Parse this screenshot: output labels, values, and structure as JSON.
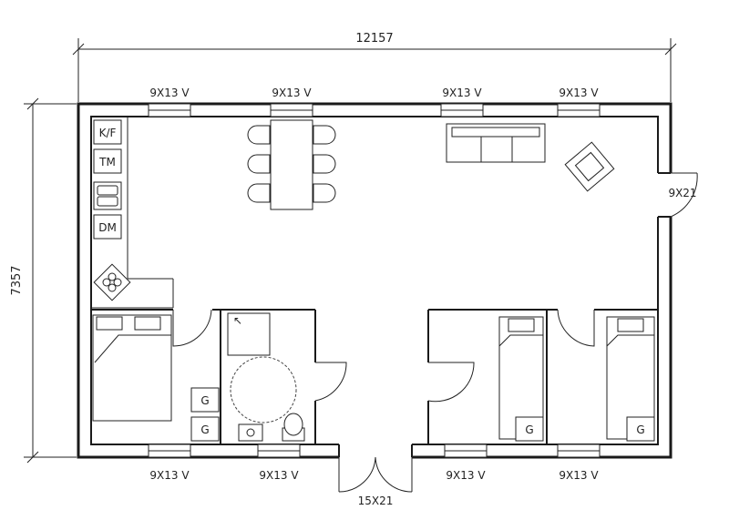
{
  "dimensions": {
    "width": "12157",
    "height": "7357"
  },
  "windows": {
    "top": [
      "9X13 V",
      "9X13 V",
      "9X13 V",
      "9X13 V"
    ],
    "bottom": [
      "9X13 V",
      "9X13 V",
      "9X13 V",
      "9X13 V"
    ]
  },
  "doors": {
    "side": "9X21",
    "entrance": "15X21"
  },
  "kitchen": {
    "units": [
      "K/F",
      "TM",
      "DM"
    ]
  },
  "appliances": {
    "g": [
      "G",
      "G",
      "G",
      "G"
    ]
  }
}
